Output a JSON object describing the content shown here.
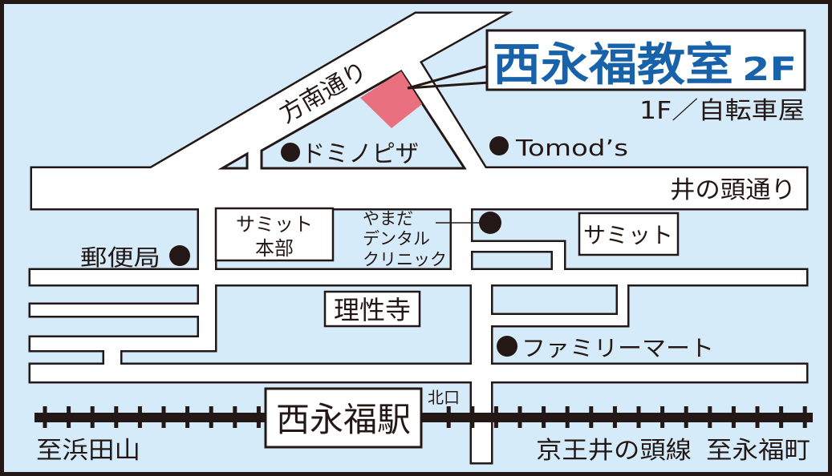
{
  "title": {
    "name": "西永福教室",
    "floor": "2F",
    "subtitle": "1F／自転車屋"
  },
  "roads": {
    "honan": "方南通り",
    "inokashira": "井の頭通り"
  },
  "landmarks": {
    "dominos": "ドミノピザ",
    "tomods": "Tomod’s",
    "post_office": "郵便局",
    "summit_hq": [
      "サミット",
      "本部"
    ],
    "yamada": [
      "やまだ",
      "デンタル",
      "クリニック"
    ],
    "summit": "サミット",
    "temple": "理性寺",
    "familymart": "ファミリーマート"
  },
  "station": {
    "name": "西永福駅",
    "exit": "北口"
  },
  "railway": {
    "west": "至浜田山",
    "line": "京王井の頭線",
    "east": "至永福町"
  },
  "colors": {
    "background": "#d6ebf9",
    "road": "#ffffff",
    "outline": "#231815",
    "target_building": "#e8707f",
    "title": "#1862aa"
  }
}
